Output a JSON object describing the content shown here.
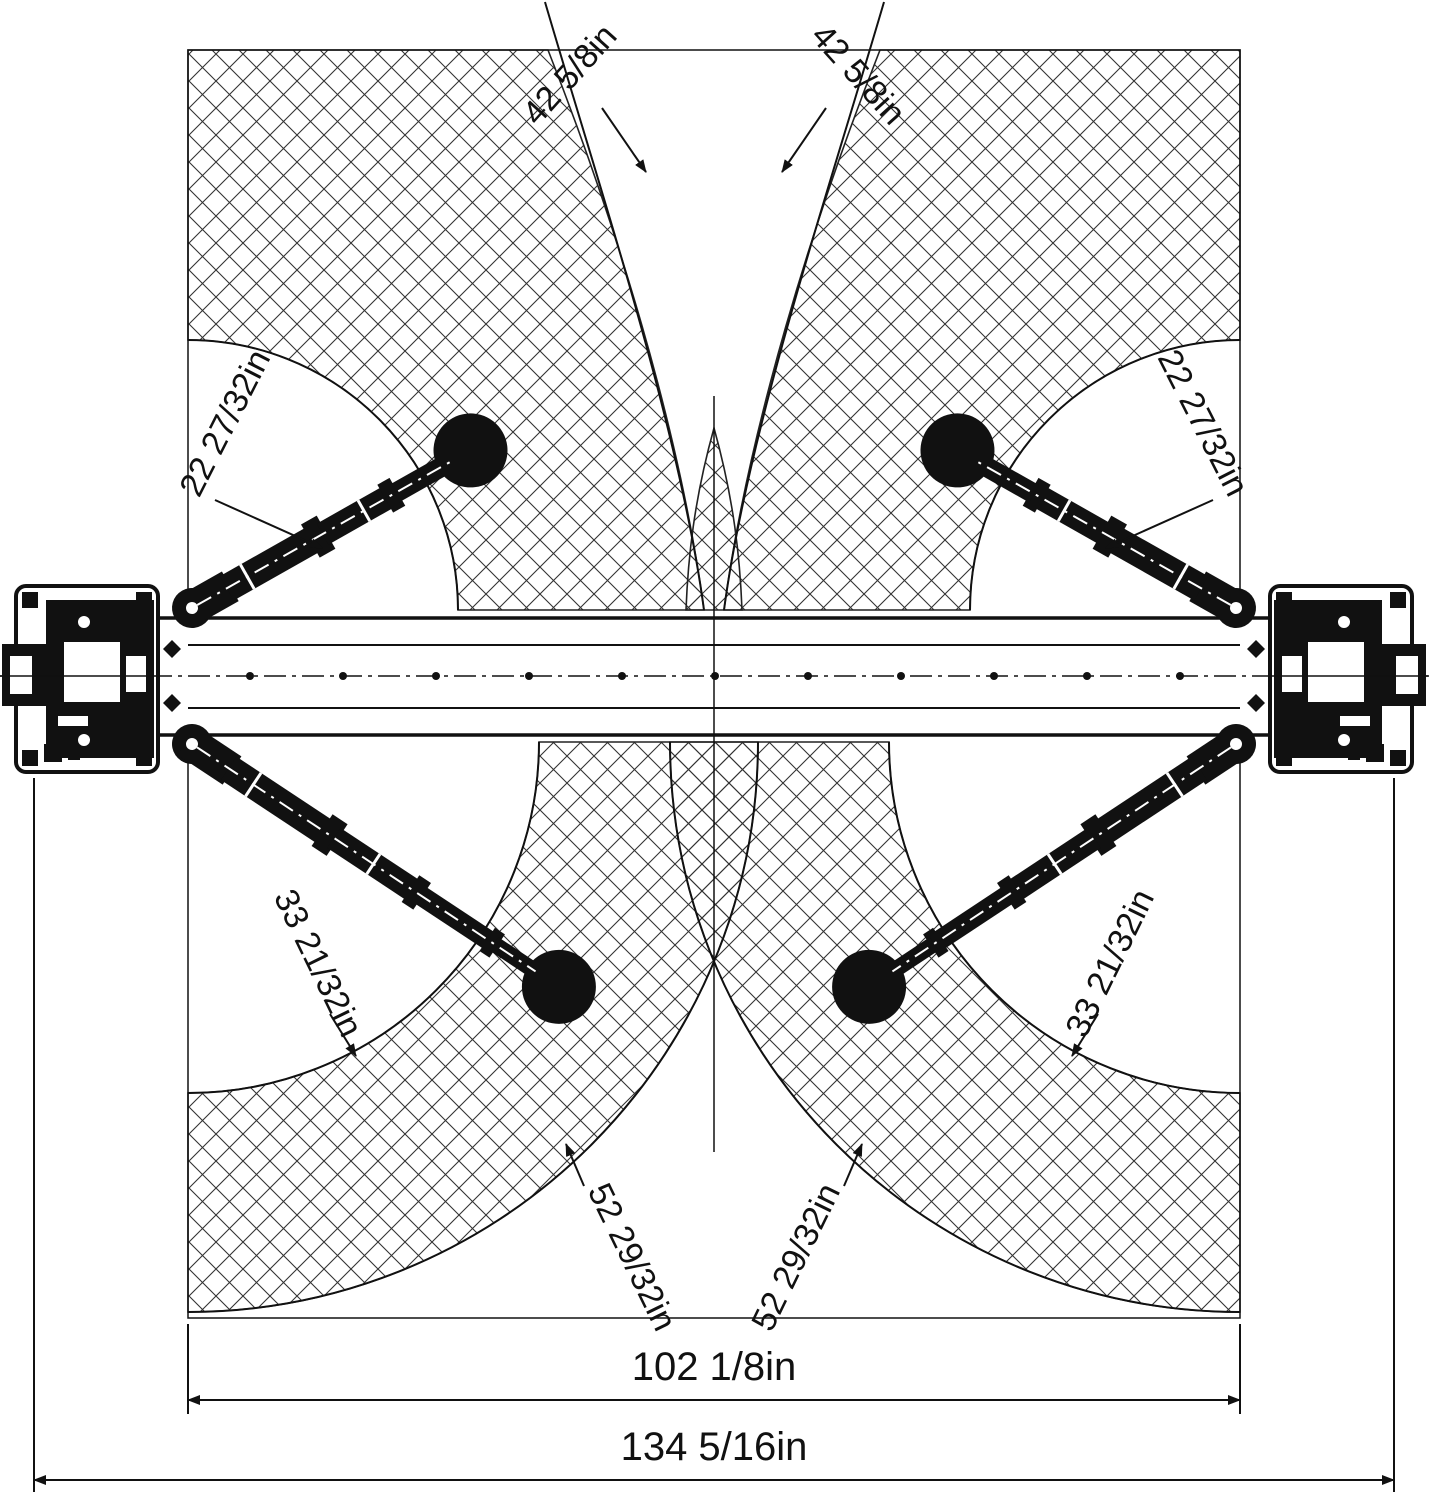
{
  "diagram": {
    "name": "two-post-lift-arm-reach-top-view",
    "colors": {
      "line": "#111111",
      "background": "#ffffff",
      "hatch": "#333333"
    }
  },
  "labels": {
    "front_swing_left": "42 5/8in",
    "front_swing_right": "42 5/8in",
    "front_min_left": "22 27/32in",
    "front_min_right": "22 27/32in",
    "rear_min_left": "33 21/32in",
    "rear_min_right": "33 21/32in",
    "rear_swing_left": "52 29/32in",
    "rear_swing_right": "52 29/32in",
    "inner_width": "102 1/8in",
    "overall_width": "134 5/16in"
  }
}
